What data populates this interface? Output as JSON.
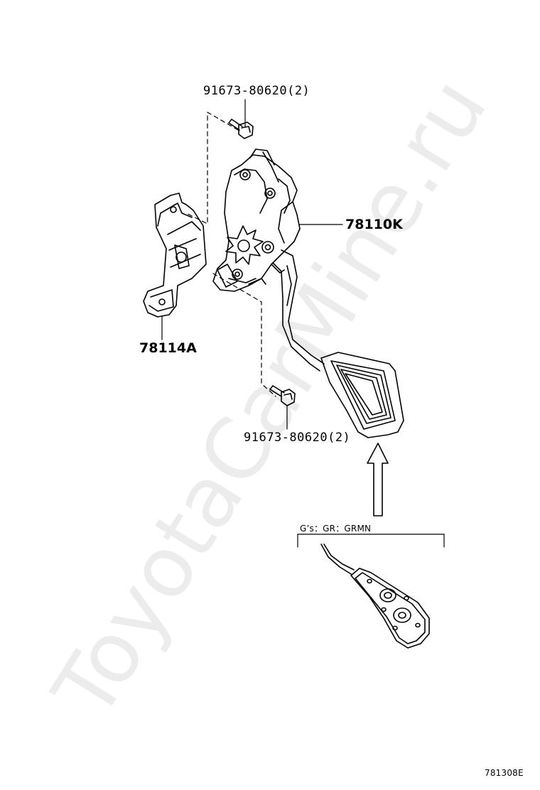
{
  "labels": {
    "bolt_top": "91673-80620(2)",
    "pedal_assy": "78110K",
    "bracket": "78114A",
    "bolt_bottom": "91673-80620(2)",
    "variant_note": "G’s：GR：GRMN",
    "figure_id": "781308E"
  },
  "watermark": "ToyotaCarMine.ru"
}
